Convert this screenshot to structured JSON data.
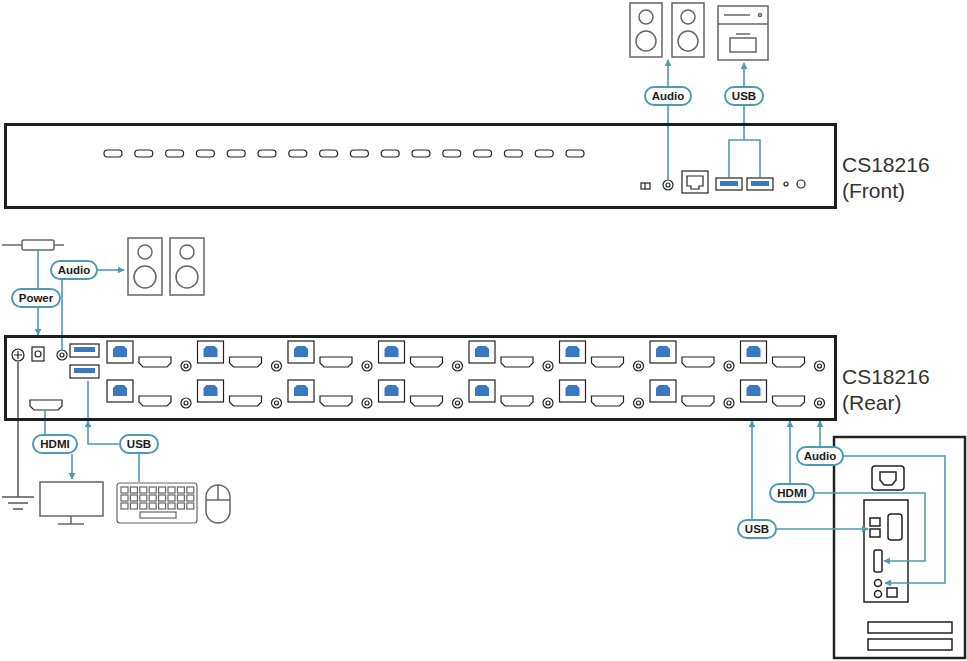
{
  "diagram": {
    "nodes": [
      {
        "text": [
          "Audio"
        ]
      },
      {
        "text": [
          "USB"
        ]
      },
      {
        "text": [
          "CS18216 (Front)"
        ]
      },
      {
        "text": [
          "Power"
        ]
      },
      {
        "text": [
          "Audio"
        ]
      },
      {
        "text": [
          "CS18216 (Rear)"
        ]
      },
      {
        "text": [
          "HDMI"
        ]
      },
      {
        "text": [
          "USB"
        ]
      },
      {
        "text": [
          "Audio"
        ]
      },
      {
        "text": [
          "HDMI"
        ]
      },
      {
        "text": [
          "USB"
        ]
      }
    ],
    "edges": [
      {
        "from": 2,
        "to": 0,
        "arrow": "none"
      },
      {
        "from": 2,
        "to": 1,
        "arrow": "none"
      },
      {
        "from": 3,
        "to": 5,
        "arrow": "to"
      },
      {
        "from": 5,
        "to": 4,
        "arrow": "none"
      },
      {
        "from": 5,
        "to": 6,
        "arrow": "none"
      },
      {
        "from": 7,
        "to": 5,
        "arrow": "to"
      },
      {
        "from": 8,
        "to": 5,
        "arrow": "to"
      },
      {
        "from": 9,
        "to": 5,
        "arrow": "to"
      },
      {
        "from": 10,
        "to": 5,
        "arrow": "to"
      }
    ]
  }
}
